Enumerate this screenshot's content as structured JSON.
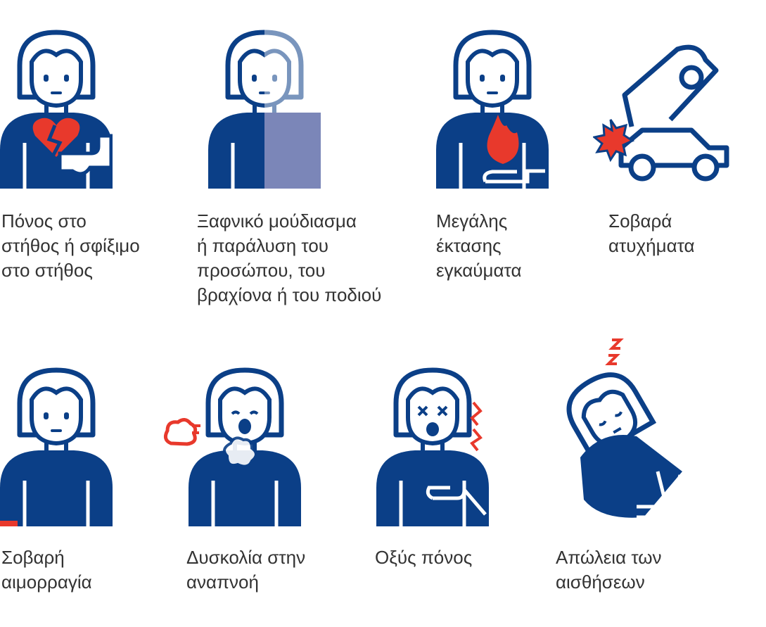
{
  "colors": {
    "navy": "#0b3f87",
    "red": "#e8392c",
    "lavender": "#7b86b8",
    "text": "#333333"
  },
  "items": [
    {
      "label": "Πόνος στο\nστήθος ή σφίξιμο\nστο στήθος",
      "icon": "chest-pain-icon"
    },
    {
      "label": "Ξαφνικό μούδιασμα\nή παράλυση του\nπροσώπου, του\nβραχίονα ή του ποδιού",
      "icon": "paralysis-icon"
    },
    {
      "label": "Μεγάλης\nέκτασης\nεγκαύματα",
      "icon": "burns-icon"
    },
    {
      "label": "Σοβαρά\nατυχήματα",
      "icon": "car-accident-icon"
    },
    {
      "label": "Σοβαρή\nαιμορραγία",
      "icon": "bleeding-icon"
    },
    {
      "label": "Δυσκολία στην\nαναπνοή",
      "icon": "breathing-difficulty-icon"
    },
    {
      "label": "Οξύς πόνος",
      "icon": "acute-pain-icon"
    },
    {
      "label": "Απώλεια των\nαισθήσεων",
      "icon": "fainting-icon"
    }
  ]
}
